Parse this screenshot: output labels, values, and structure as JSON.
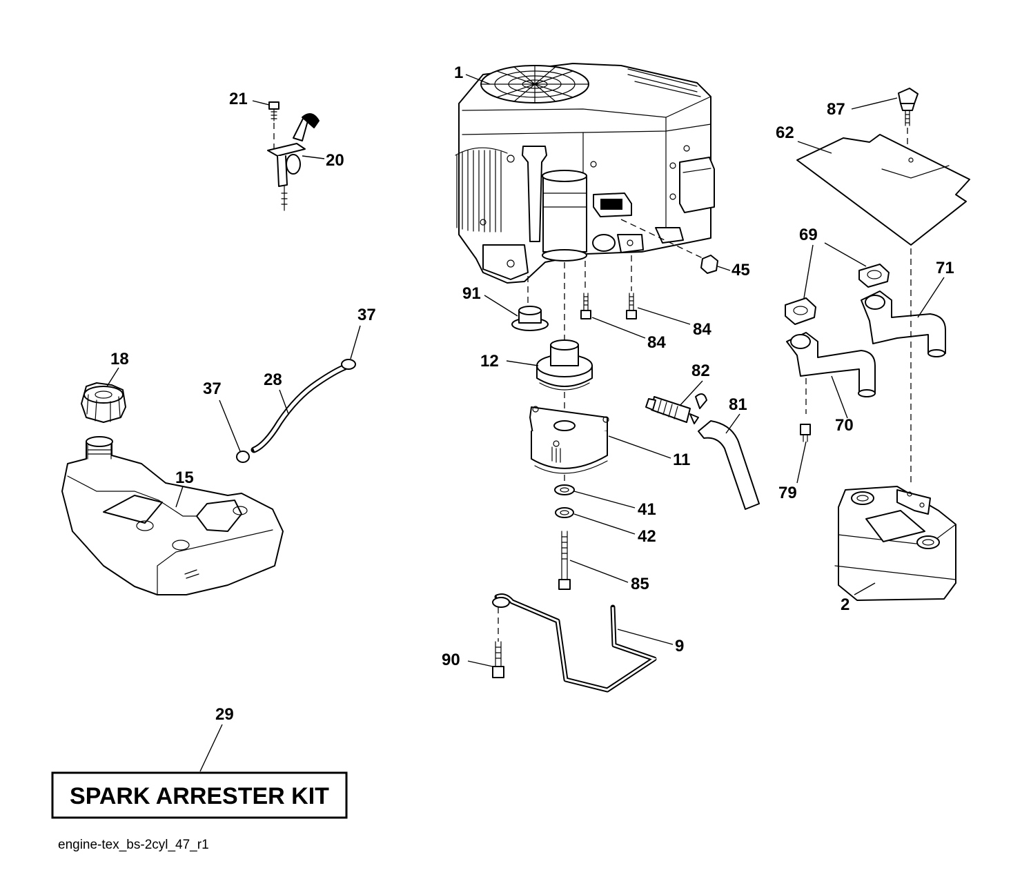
{
  "callouts": {
    "c1": "1",
    "c2": "2",
    "c9": "9",
    "c11": "11",
    "c12": "12",
    "c15": "15",
    "c18": "18",
    "c20": "20",
    "c21": "21",
    "c28": "28",
    "c29": "29",
    "c37a": "37",
    "c37b": "37",
    "c41": "41",
    "c42": "42",
    "c45": "45",
    "c62": "62",
    "c69": "69",
    "c70": "70",
    "c71": "71",
    "c79": "79",
    "c81": "81",
    "c82": "82",
    "c84a": "84",
    "c84b": "84",
    "c85": "85",
    "c87": "87",
    "c90": "90",
    "c91": "91"
  },
  "kit_label": "SPARK ARRESTER KIT",
  "diagram_code": "engine-tex_bs-2cyl_47_r1"
}
